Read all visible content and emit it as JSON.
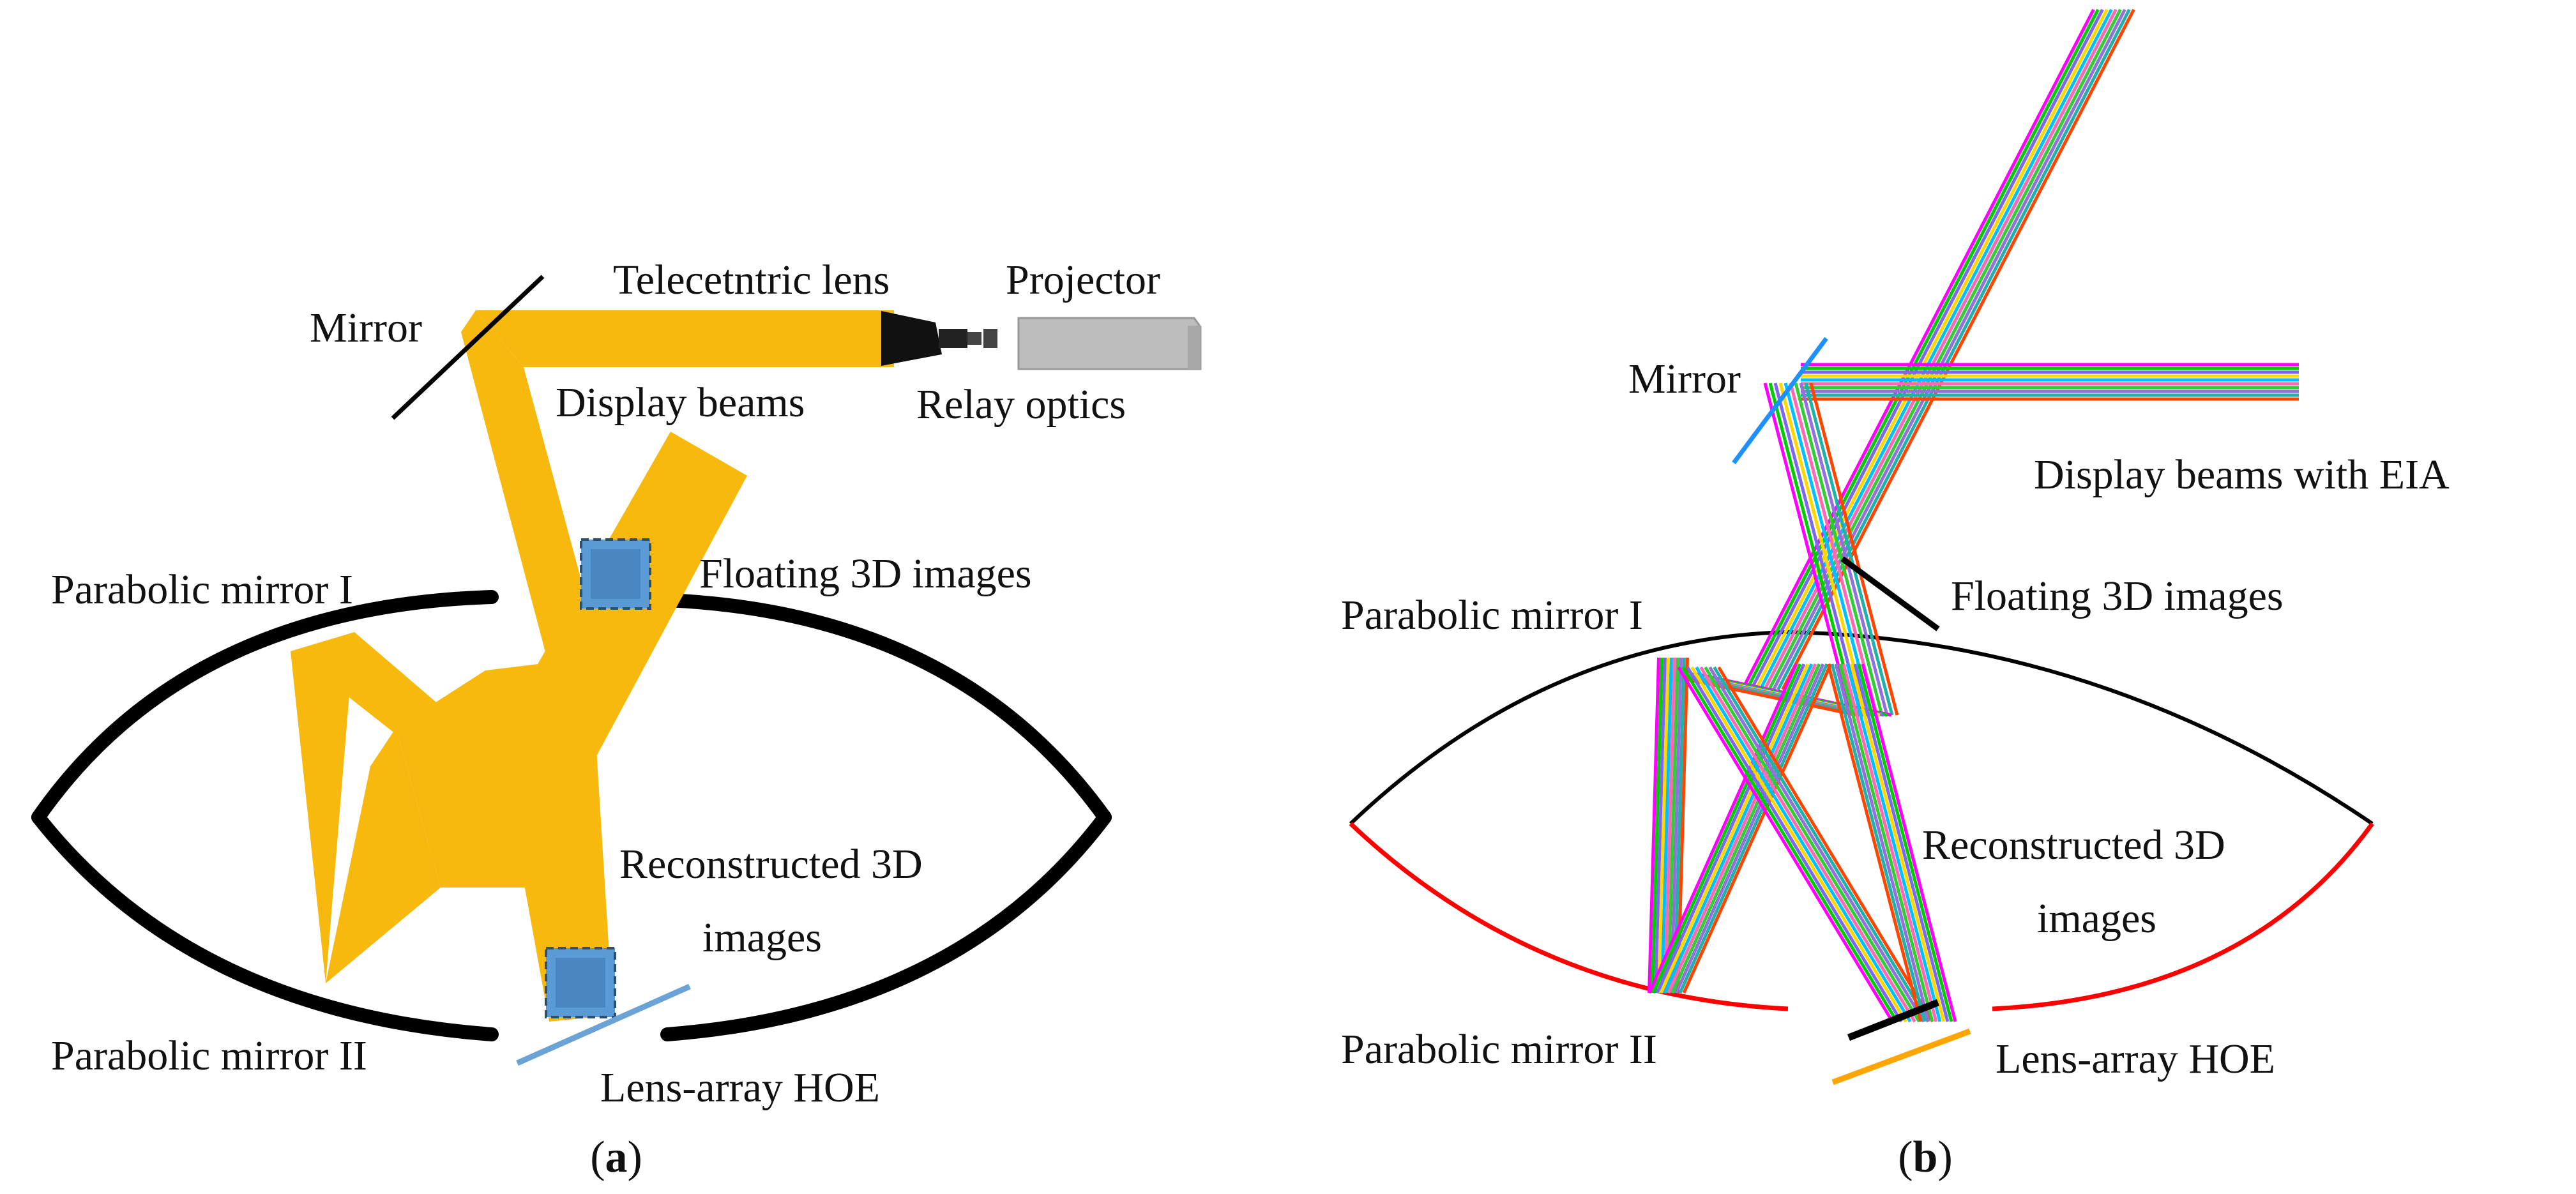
{
  "panel_a": {
    "caption_open": "(",
    "caption_letter": "a",
    "caption_close": ")",
    "labels": {
      "telecentric_lens": "Telecetntric lens",
      "projector": "Projector",
      "mirror": "Mirror",
      "display_beams": "Display beams",
      "relay_optics": "Relay optics",
      "parabolic_mirror_1": "Parabolic mirror I",
      "floating_3d_images": "Floating 3D images",
      "reconstructed_line1": "Reconstructed 3D",
      "reconstructed_line2": "images",
      "parabolic_mirror_2": "Parabolic mirror II",
      "lens_array_hoe": "Lens-array HOE"
    }
  },
  "panel_b": {
    "caption_open": "(",
    "caption_letter": "b",
    "caption_close": ")",
    "labels": {
      "mirror": "Mirror",
      "display_beams_eia": "Display beams with EIA",
      "floating_3d_images": "Floating 3D images",
      "parabolic_mirror_1": "Parabolic mirror I",
      "reconstructed_line1": "Reconstructed 3D",
      "reconstructed_line2": "images",
      "parabolic_mirror_2": "Parabolic mirror II",
      "lens_array_hoe": "Lens-array HOE"
    }
  },
  "colors": {
    "beam_yellow": "#F7B90E",
    "mirror_black": "#000000",
    "cube_blue": "#5B9BD5",
    "hoe_blue": "#6BA3D6",
    "mirror_ii_red": "#FF0000",
    "hoe_orange": "#FFA500",
    "mirror_b_blue": "#1E90FF",
    "projector_gray": "#BDBDBD",
    "ray_palette": [
      "#FF00FF",
      "#00CC00",
      "#7B68EE",
      "#FFD700",
      "#00BFFF",
      "#FF69B4",
      "#32CD32",
      "#9370DB",
      "#20B2AA",
      "#FF4500"
    ]
  }
}
